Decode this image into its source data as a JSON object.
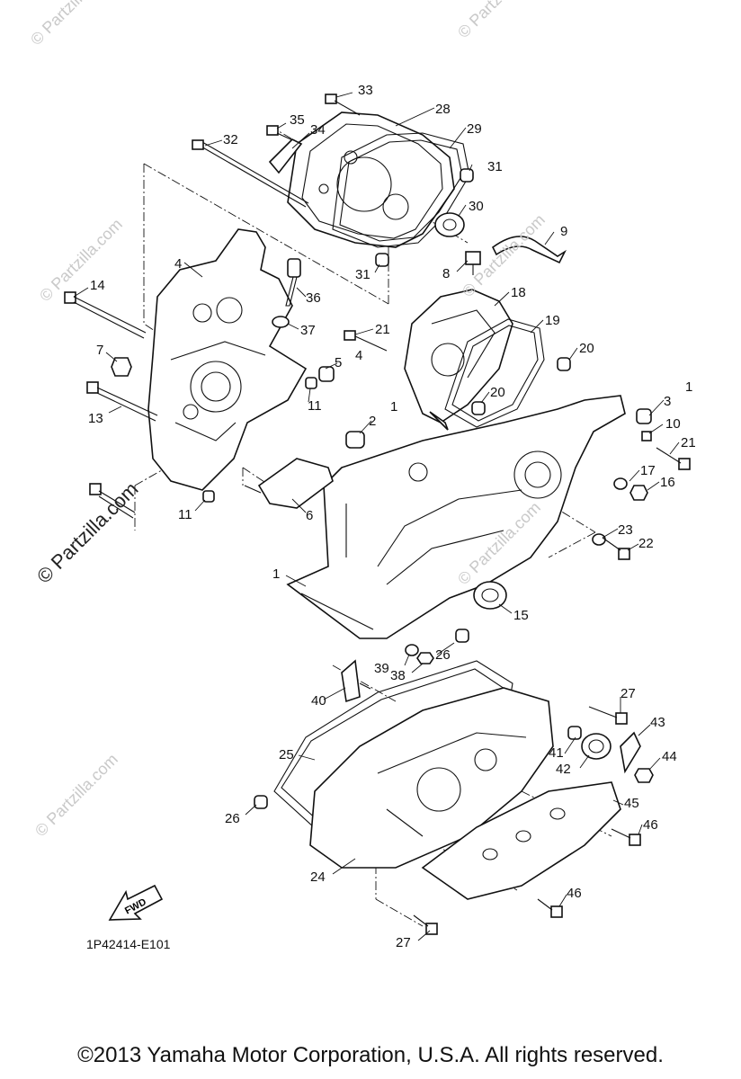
{
  "diagram": {
    "reference_code": "1P42414-E101",
    "copyright": "©2013  Yamaha Motor Corporation, U.S.A. All rights reserved.",
    "fwd_label": "FWD",
    "watermarks": [
      {
        "text": "© Partzilla.com",
        "style": "dark"
      },
      {
        "text": "© Partzilla.com",
        "style": "light"
      },
      {
        "text": "© Partzilla.com",
        "style": "light"
      },
      {
        "text": "© Partzilla.com",
        "style": "light"
      },
      {
        "text": "© Partzilla.com",
        "style": "light"
      },
      {
        "text": "© Partzilla.com",
        "style": "light"
      },
      {
        "text": "© Partzilla.com",
        "style": "light"
      }
    ],
    "callouts": [
      {
        "label": "33"
      },
      {
        "label": "28"
      },
      {
        "label": "35"
      },
      {
        "label": "34"
      },
      {
        "label": "29"
      },
      {
        "label": "32"
      },
      {
        "label": "31"
      },
      {
        "label": "30"
      },
      {
        "label": "9"
      },
      {
        "label": "31"
      },
      {
        "label": "8"
      },
      {
        "label": "4"
      },
      {
        "label": "36"
      },
      {
        "label": "18"
      },
      {
        "label": "14"
      },
      {
        "label": "37"
      },
      {
        "label": "19"
      },
      {
        "label": "21"
      },
      {
        "label": "5"
      },
      {
        "label": "4"
      },
      {
        "label": "7"
      },
      {
        "label": "20"
      },
      {
        "label": "20"
      },
      {
        "label": "11"
      },
      {
        "label": "1"
      },
      {
        "label": "2"
      },
      {
        "label": "3"
      },
      {
        "label": "1"
      },
      {
        "label": "13"
      },
      {
        "label": "10"
      },
      {
        "label": "21"
      },
      {
        "label": "17"
      },
      {
        "label": "16"
      },
      {
        "label": "6"
      },
      {
        "label": "11"
      },
      {
        "label": "23"
      },
      {
        "label": "22"
      },
      {
        "label": "1"
      },
      {
        "label": "15"
      },
      {
        "label": "26"
      },
      {
        "label": "39"
      },
      {
        "label": "38"
      },
      {
        "label": "40"
      },
      {
        "label": "27"
      },
      {
        "label": "43"
      },
      {
        "label": "25"
      },
      {
        "label": "41"
      },
      {
        "label": "42"
      },
      {
        "label": "44"
      },
      {
        "label": "45"
      },
      {
        "label": "26"
      },
      {
        "label": "46"
      },
      {
        "label": "24"
      },
      {
        "label": "46"
      },
      {
        "label": "27"
      }
    ]
  }
}
